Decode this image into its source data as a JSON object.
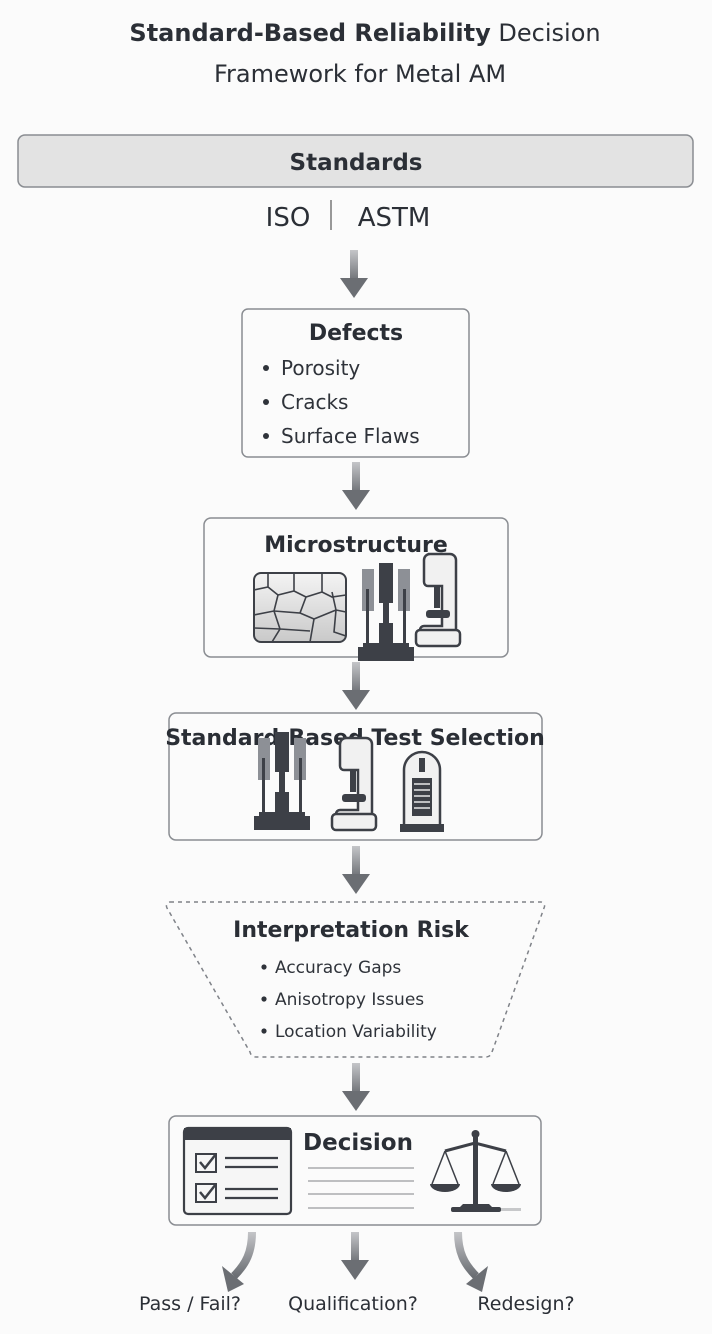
{
  "title": {
    "bold_part": "Standard-Based Reliability",
    "regular_part": "Decision",
    "line2": "Framework for Metal AM"
  },
  "standards": {
    "label": "Standards",
    "left": "ISO",
    "right": "ASTM"
  },
  "defects": {
    "title": "Defects",
    "items": [
      "Porosity",
      "Cracks",
      "Surface Flaws"
    ]
  },
  "microstructure": {
    "title": "Microstructure",
    "icons": [
      "grain-structure-icon",
      "tensile-tester-icon",
      "hardness-tester-icon"
    ]
  },
  "test_selection": {
    "title": "Standard-Based Test Selection",
    "icons": [
      "tensile-tester-icon",
      "hardness-tester-icon",
      "fatigue-machine-icon"
    ]
  },
  "interpretation_risk": {
    "title": "Interpretation Risk",
    "items": [
      "Accuracy Gaps",
      "Anisotropy Issues",
      "Location Variability"
    ]
  },
  "decision": {
    "title": "Decision",
    "icons": [
      "checklist-icon",
      "scales-icon"
    ]
  },
  "outcomes": [
    "Pass / Fail?",
    "Qualification?",
    "Redesign?"
  ],
  "colors": {
    "text": "#2b2f36",
    "box_border": "#8a8d92",
    "standards_fill": "#e3e3e3",
    "arrow": "#707378",
    "icon_dark": "#3d4047"
  }
}
